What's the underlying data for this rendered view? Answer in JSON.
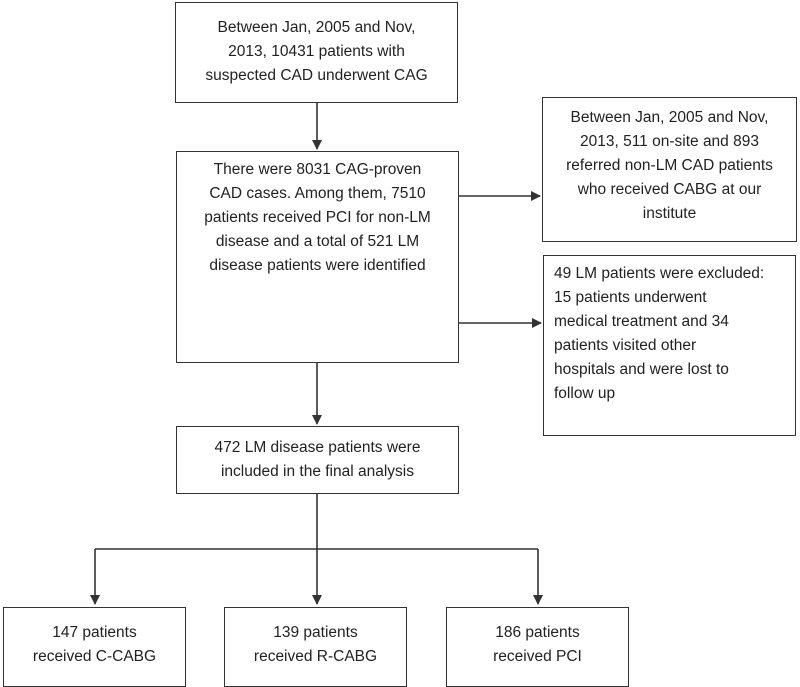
{
  "flowchart": {
    "screening": {
      "lines": [
        "Between Jan, 2005 and Nov,",
        "2013, 10431 patients with",
        "suspected CAD underwent CAG"
      ]
    },
    "cad_cases": {
      "lines": [
        "There were 8031 CAG-proven",
        "CAD cases. Among them, 7510",
        "patients received PCI for non-LM",
        "disease and a total of 521 LM",
        "disease patients were identified"
      ]
    },
    "cabg_reference": {
      "lines": [
        "Between Jan, 2005 and Nov,",
        "2013, 511 on-site and 893",
        "referred non-LM CAD patients",
        "who received CABG at our",
        "institute"
      ]
    },
    "excluded": {
      "lines": [
        "49 LM patients were excluded:",
        "15 patients underwent",
        "medical treatment and 34",
        "patients visited other",
        "hospitals and were lost to",
        "follow up"
      ]
    },
    "final_analysis": {
      "lines": [
        "472 LM disease patients were",
        "included in the final analysis"
      ]
    },
    "groups": [
      {
        "lines": [
          "147 patients",
          "received C-CABG"
        ]
      },
      {
        "lines": [
          "139 patients",
          "received R-CABG"
        ]
      },
      {
        "lines": [
          "186 patients",
          "received PCI"
        ]
      }
    ]
  }
}
